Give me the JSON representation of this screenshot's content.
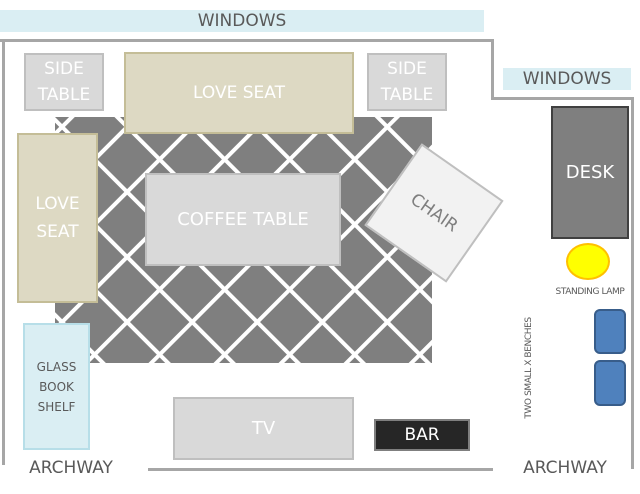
{
  "labels": {
    "windows_top": "WINDOWS",
    "windows_right": "WINDOWS",
    "side_table_left": "SIDE TABLE",
    "love_seat_top": "LOVE SEAT",
    "side_table_right": "SIDE TABLE",
    "love_seat_left": "LOVE SEAT",
    "coffee_table": "COFFEE TABLE",
    "chair": "CHAIR",
    "desk": "DESK",
    "standing_lamp": "STANDING LAMP",
    "benches": "TWO SMALL X BENCHES",
    "glass_book_shelf": "GLASS BOOK SHELF",
    "tv": "TV",
    "bar": "BAR",
    "archway_left": "ARCHWAY",
    "archway_right": "ARCHWAY"
  },
  "colors": {
    "rug": "#7f7f7f",
    "love_seat": "#ddd9c3",
    "window": "#daeef3",
    "lamp": "#ffff00",
    "bench": "#4f81bd",
    "desk": "#7f7f7f"
  }
}
